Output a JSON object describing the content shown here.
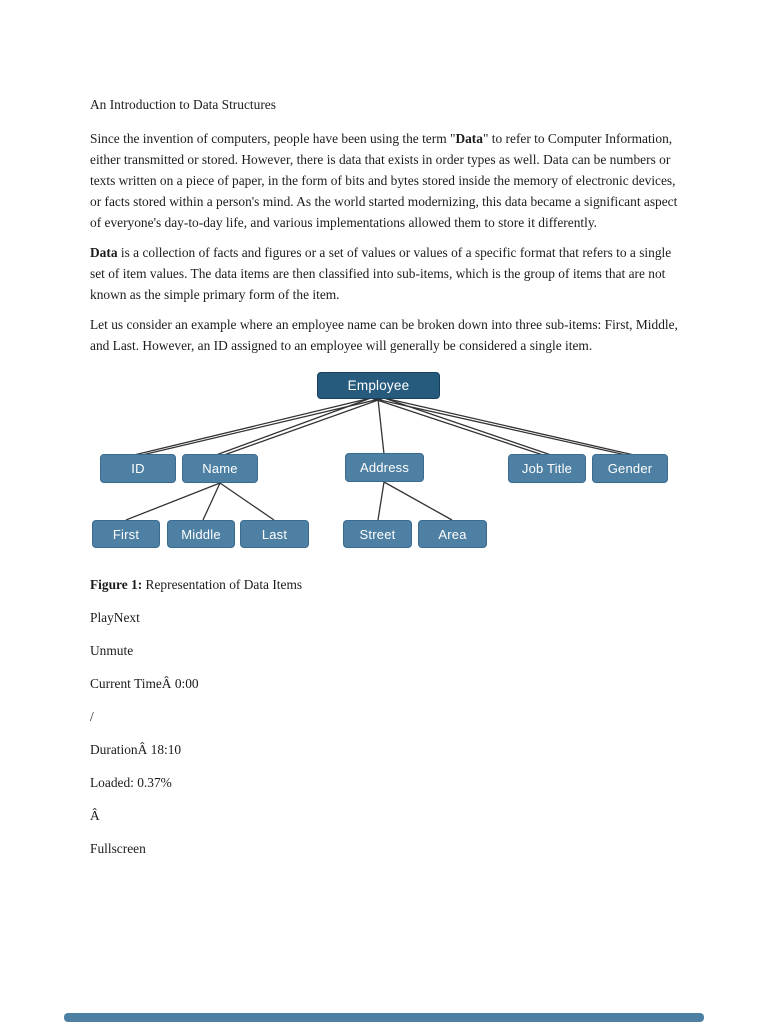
{
  "colors": {
    "root_node_fill": "#265b7e",
    "child_node_fill": "#4e80a4",
    "node_text": "#ffffff",
    "body_text": "#1c1c1c",
    "connector": "#333333",
    "seek_bar": "#4e80a4"
  },
  "document": {
    "title": "An Introduction to Data Structures",
    "para1": {
      "pre": "Since the invention of computers, people have been using the term \"",
      "bold": "Data",
      "post": "\" to refer to Computer Information, either transmitted or stored. However, there is data that exists in order types as well. Data can be numbers or texts written on a piece of paper, in the form of bits and bytes stored inside the memory of electronic devices, or facts stored within a person's mind. As the world started modernizing, this data became a significant aspect of everyone's day-to-day life, and various implementations allowed them to store it differently."
    },
    "para2": {
      "bold": "Data",
      "post": " is a collection of facts and figures or a set of values or values of a specific format that refers to a single set of item values. The data items are then classified into sub-items, which is the group of items that are not known as the simple primary form of the item."
    },
    "para3": "Let us consider an example where an employee name can be broken down into three sub-items: First, Middle, and Last. However, an ID assigned to an employee will generally be considered a single item.",
    "caption": {
      "bold": "Figure 1:",
      "text": " Representation of Data Items"
    }
  },
  "diagram": {
    "nodes": {
      "employee": "Employee",
      "id": "ID",
      "name": "Name",
      "address": "Address",
      "job_title": "Job Title",
      "gender": "Gender",
      "first": "First",
      "middle": "Middle",
      "last": "Last",
      "street": "Street",
      "area": "Area"
    }
  },
  "player": {
    "lines": {
      "play_next": "PlayNext",
      "unmute": "Unmute",
      "current_time": "Current TimeÂ 0:00",
      "separator": "/",
      "duration": "DurationÂ 18:10",
      "loaded": "Loaded: 0.37%",
      "nbsp": "Â",
      "fullscreen": "Fullscreen"
    }
  }
}
